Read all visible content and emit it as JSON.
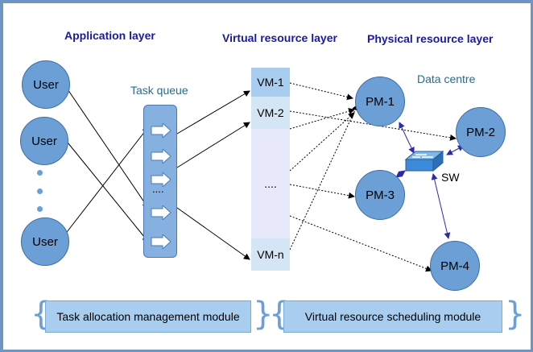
{
  "headers": {
    "application": "Application layer",
    "virtual": "Virtual resource layer",
    "physical": "Physical resource layer"
  },
  "users": [
    "User",
    "User",
    "User"
  ],
  "task_queue": {
    "label": "Task queue",
    "ellipsis": "...."
  },
  "vms": {
    "vm1": "VM-1",
    "vm2": "VM-2",
    "ellipsis": "....",
    "vmn": "VM-n"
  },
  "datacentre": "Data centre",
  "pms": {
    "pm1": "PM-1",
    "pm2": "PM-2",
    "pm3": "PM-3",
    "pm4": "PM-4"
  },
  "switch_label": "SW",
  "modules": {
    "task": "Task allocation management module",
    "virtual": "Virtual resource scheduling module"
  },
  "colors": {
    "frame": "#6f95c6",
    "node": "#6b9fd6",
    "header": "#1a1aa0",
    "link": "#2a2ab0"
  }
}
